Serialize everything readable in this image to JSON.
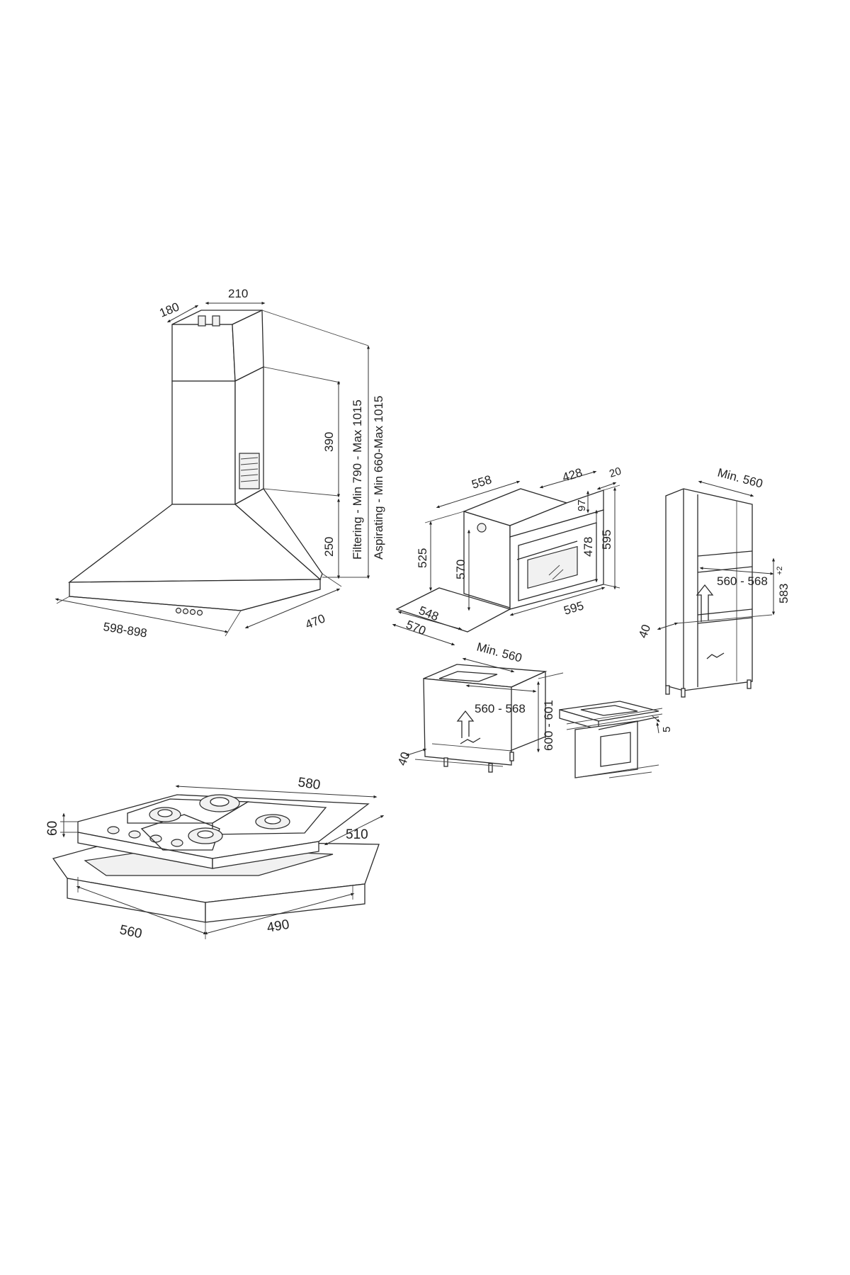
{
  "hood": {
    "width_range": "598-898",
    "depth": "470",
    "chimney_depth": "180",
    "chimney_width": "210",
    "upper_height": "390",
    "lower_height": "250",
    "filtering": "Filtering - Min 790 - Max 1015",
    "aspirating": "Aspirating - Min 660-Max 1015"
  },
  "oven": {
    "top_width": "558",
    "inner_depth": "428",
    "front_offset": "20",
    "panel_height": "97",
    "door_height": "478",
    "total_height": "595",
    "side_height": "525",
    "cavity_height": "570",
    "depth_inner": "548",
    "depth_outer": "570",
    "front_width": "595"
  },
  "column_install": {
    "min_width": "Min. 560",
    "niche_width": "560 - 568",
    "niche_height": "583",
    "niche_height_tol": "+2",
    "clearance": "40"
  },
  "undercounter_install": {
    "min_width": "Min. 560",
    "niche_width": "560 - 568",
    "niche_height": "600 - 601",
    "clearance": "40"
  },
  "flush_detail": {
    "gap": "5"
  },
  "hob": {
    "width": "580",
    "depth": "510",
    "height": "60",
    "cutout_width": "560",
    "cutout_depth": "490"
  }
}
